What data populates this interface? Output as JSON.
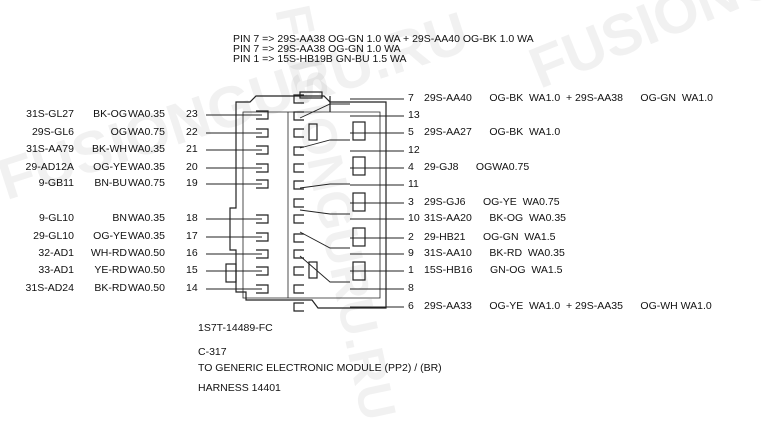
{
  "header": {
    "line1": "PIN 7 => 29S-AA38 OG-GN 1.0 WA + 29S-AA40 OG-BK 1.0 WA",
    "line2": "PIN 7 => 29S-AA38 OG-GN 1.0 WA",
    "line3": "PIN 1 => 15S-HB19B GN-BU 1.5 WA"
  },
  "left_pins": [
    {
      "pin": "23",
      "circuit": "31S-GL27",
      "color": "BK-OG",
      "size": "WA0.35"
    },
    {
      "pin": "22",
      "circuit": "29S-GL6",
      "color": "OG",
      "size": "WA0.75"
    },
    {
      "pin": "21",
      "circuit": "31S-AA79",
      "color": "BK-WH",
      "size": "WA0.35"
    },
    {
      "pin": "20",
      "circuit": "29-AD12A",
      "color": "OG-YE",
      "size": "WA0.35"
    },
    {
      "pin": "19",
      "circuit": "9-GB11",
      "color": "BN-BU",
      "size": "WA0.75"
    },
    {
      "pin": "18",
      "circuit": "9-GL10",
      "color": "BN",
      "size": "WA0.35"
    },
    {
      "pin": "17",
      "circuit": "29-GL10",
      "color": "OG-YE",
      "size": "WA0.35"
    },
    {
      "pin": "16",
      "circuit": "32-AD1",
      "color": "WH-RD",
      "size": "WA0.50"
    },
    {
      "pin": "15",
      "circuit": "33-AD1",
      "color": "YE-RD",
      "size": "WA0.50"
    },
    {
      "pin": "14",
      "circuit": "31S-AD24",
      "color": "BK-RD",
      "size": "WA0.50"
    }
  ],
  "right_pins": [
    {
      "pin": "7",
      "label": "29S-AA40      OG-BK  WA1.0  + 29S-AA38      OG-GN  WA1.0"
    },
    {
      "pin": "13",
      "label": ""
    },
    {
      "pin": "5",
      "label": "29S-AA27      OG-BK  WA1.0"
    },
    {
      "pin": "12",
      "label": ""
    },
    {
      "pin": "4",
      "label": "29-GJ8      OGWA0.75"
    },
    {
      "pin": "11",
      "label": ""
    },
    {
      "pin": "3",
      "label": "29S-GJ6      OG-YE  WA0.75"
    },
    {
      "pin": "10",
      "label": "31S-AA20      BK-OG  WA0.35"
    },
    {
      "pin": "2",
      "label": "29-HB21      OG-GN  WA1.5"
    },
    {
      "pin": "9",
      "label": "31S-AA10      BK-RD  WA0.35"
    },
    {
      "pin": "1",
      "label": "15S-HB16      GN-OG  WA1.5"
    },
    {
      "pin": "8",
      "label": ""
    },
    {
      "pin": "6",
      "label": "29S-AA33      OG-YE  WA1.0  + 29S-AA35      OG-WH WA1.0"
    }
  ],
  "footer": {
    "part_number": "1S7T-14489-FC",
    "connector_id": "C-317",
    "description": "TO GENERIC ELECTRONIC MODULE (PP2) / (BR)",
    "harness": "HARNESS 14401"
  },
  "watermark": {
    "text1": "FUSIONGURU.RU",
    "text2": "FUSIONGURU.RU",
    "text3": "FUSIONGURU.RU"
  }
}
